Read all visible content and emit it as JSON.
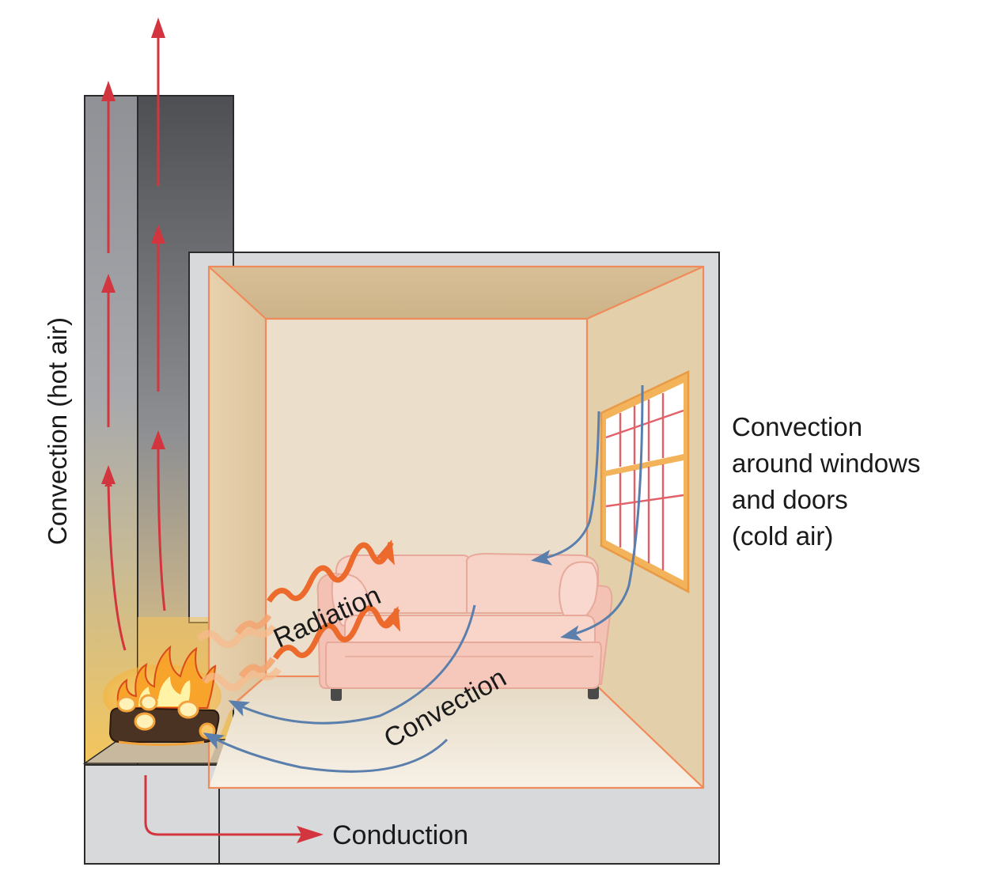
{
  "labels": {
    "chimney": "Convection (hot air)",
    "window_line1": "Convection",
    "window_line2": "around windows",
    "window_line3": "and doors",
    "window_line4": "(cold air)",
    "radiation": "Radiation",
    "convection": "Convection",
    "conduction": "Conduction"
  },
  "colors": {
    "hot_arrow": "#d2353d",
    "cold_arrow": "#5b7fad",
    "radiation": "#ec6a2c",
    "wall_outline": "#f08a5a",
    "couch": "#f6c9bd"
  }
}
